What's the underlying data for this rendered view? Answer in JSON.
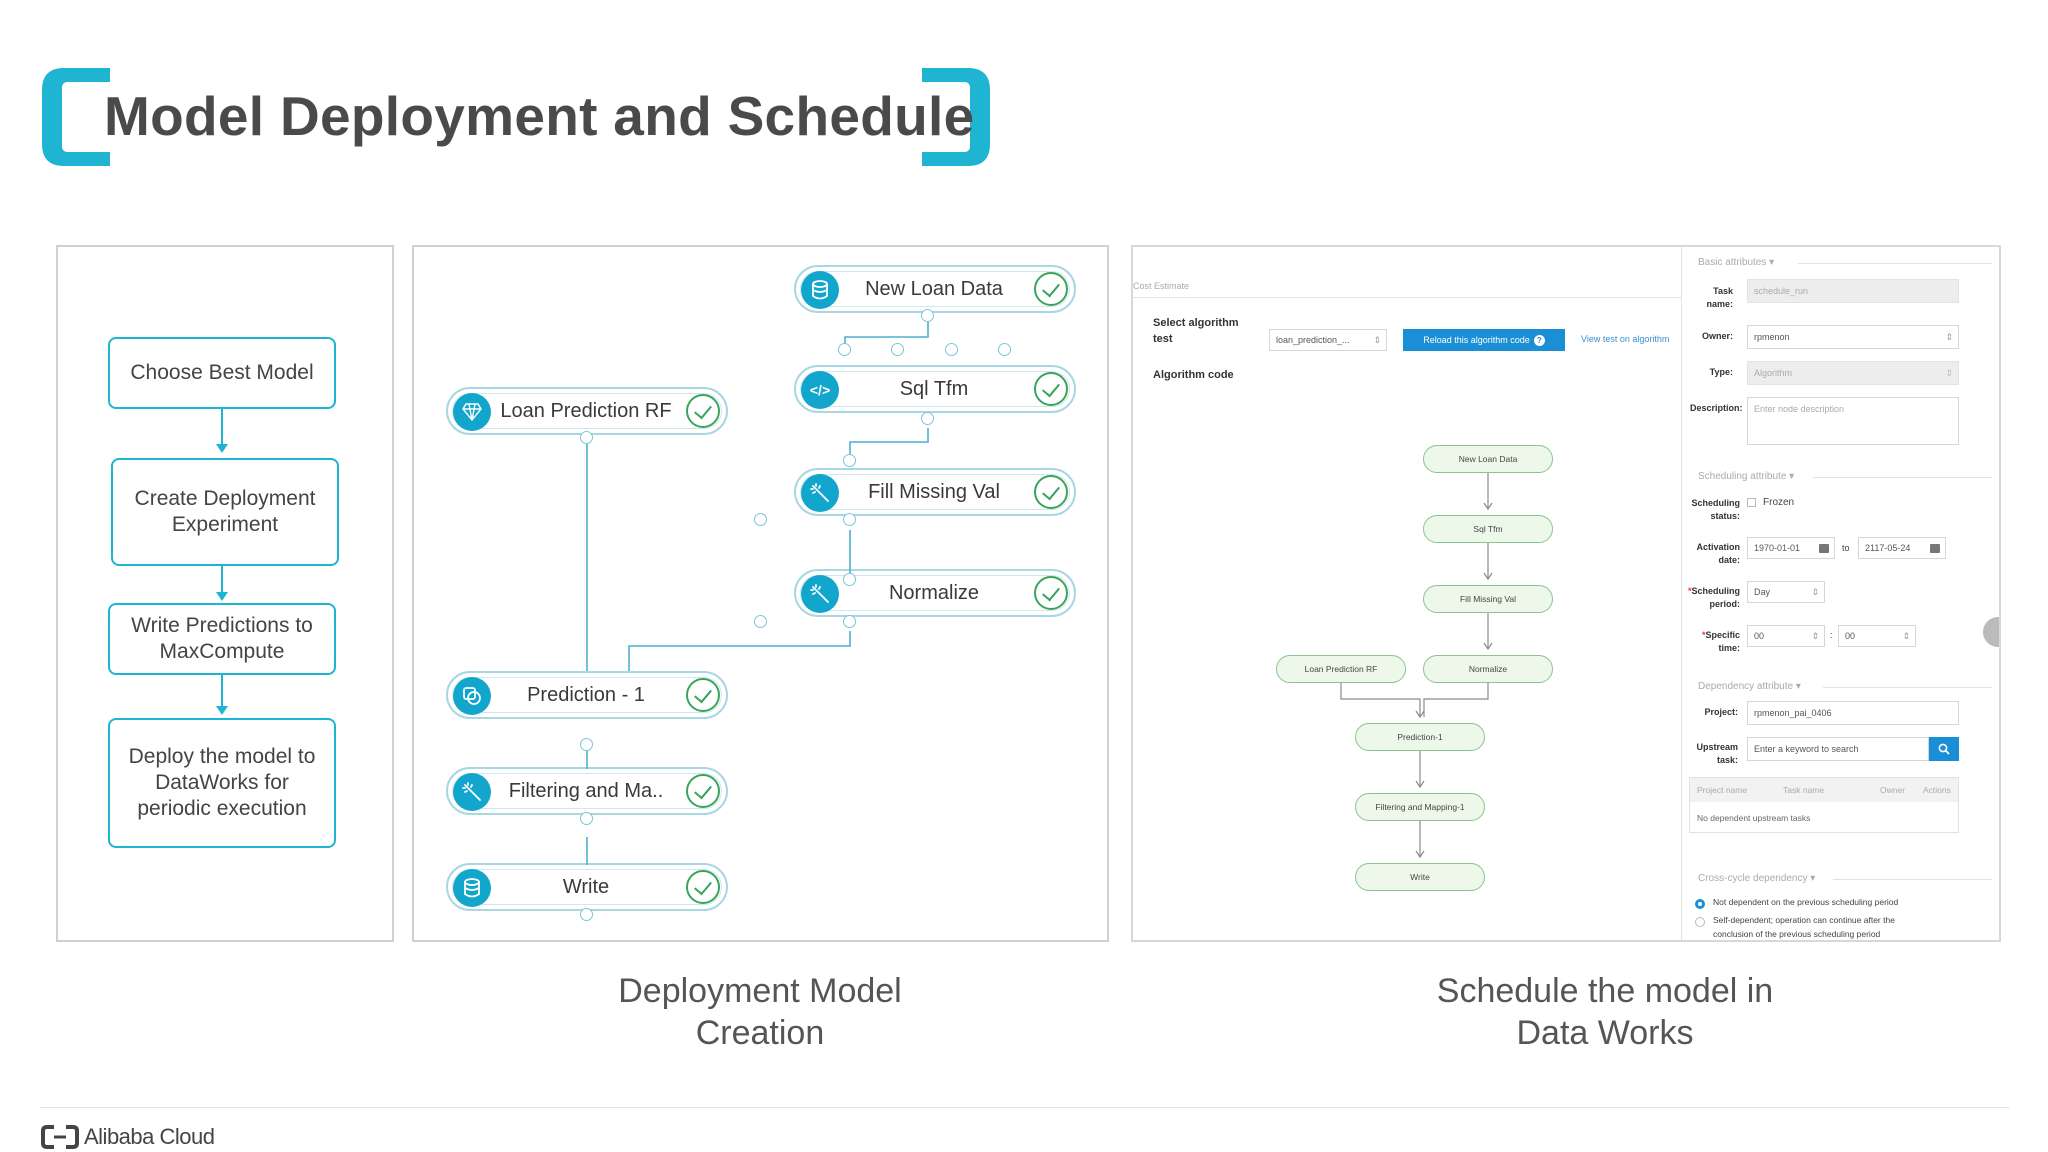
{
  "title": "Model Deployment and Schedule",
  "colors": {
    "accent": "#1fb4d2",
    "node_icon": "#13a6cc",
    "check": "#3aa55a",
    "graph_node": "#8ac48e",
    "primary_button": "#1b8fd6"
  },
  "flow_steps": [
    "Choose Best Model",
    "Create Deployment Experiment",
    "Write Predictions to MaxCompute",
    "Deploy the model to DataWorks for periodic execution"
  ],
  "experiment": {
    "nodes": [
      {
        "label": "New Loan Data",
        "icon": "database-icon"
      },
      {
        "label": "Sql Tfm",
        "icon": "code-icon"
      },
      {
        "label": "Loan Prediction RF",
        "icon": "diamond-icon"
      },
      {
        "label": "Fill Missing Val",
        "icon": "wand-icon"
      },
      {
        "label": "Normalize",
        "icon": "wand-icon"
      },
      {
        "label": "Prediction - 1",
        "icon": "prediction-icon"
      },
      {
        "label": "Filtering and Ma..",
        "icon": "wand-icon"
      },
      {
        "label": "Write",
        "icon": "database-icon"
      }
    ]
  },
  "dataworks": {
    "tab_label": "Cost Estimate",
    "select_algorithm_label": "Select algorithm test",
    "algorithm_select_value": "loan_prediction_...",
    "reload_button": "Reload this algorithm code",
    "view_test_link": "View test on algorithm",
    "algorithm_code_label": "Algorithm code",
    "graph_nodes": [
      "New Loan Data",
      "Sql Tfm",
      "Fill Missing Val",
      "Loan Prediction RF",
      "Normalize",
      "Prediction-1",
      "Filtering and Mapping-1",
      "Write"
    ],
    "basic_attributes": {
      "header": "Basic attributes",
      "task_name_label": "Task name:",
      "task_name_value": "schedule_run",
      "owner_label": "Owner:",
      "owner_value": "rpmenon",
      "type_label": "Type:",
      "type_value": "Algorithm",
      "description_label": "Description:",
      "description_placeholder": "Enter node description"
    },
    "scheduling": {
      "header": "Scheduling attribute",
      "status_label": "Scheduling status:",
      "frozen_label": "Frozen",
      "activation_label": "Activation date:",
      "activation_from": "1970-01-01",
      "to_label": "to",
      "activation_to": "2117-05-24",
      "period_label": "Scheduling period:",
      "period_value": "Day",
      "specific_time_label": "Specific time:",
      "hour_value": "00",
      "minute_value": "00"
    },
    "dependency": {
      "header": "Dependency attribute",
      "project_label": "Project:",
      "project_value": "rpmenon_pai_0406",
      "upstream_label": "Upstream task:",
      "upstream_placeholder": "Enter a keyword to search",
      "columns": [
        "Project name",
        "Task name",
        "Owner",
        "Actions"
      ],
      "empty_text": "No dependent upstream tasks"
    },
    "cross_cycle": {
      "header": "Cross-cycle dependency",
      "option1": "Not dependent on the previous scheduling period",
      "option2": "Self-dependent; operation can continue after the",
      "option2_cont": "conclusion of the previous scheduling period"
    }
  },
  "captions": {
    "creation_line1": "Deployment Model",
    "creation_line2": "Creation",
    "schedule_line1": "Schedule the model in",
    "schedule_line2": "Data Works"
  },
  "footer": {
    "logo": "Alibaba Cloud"
  }
}
